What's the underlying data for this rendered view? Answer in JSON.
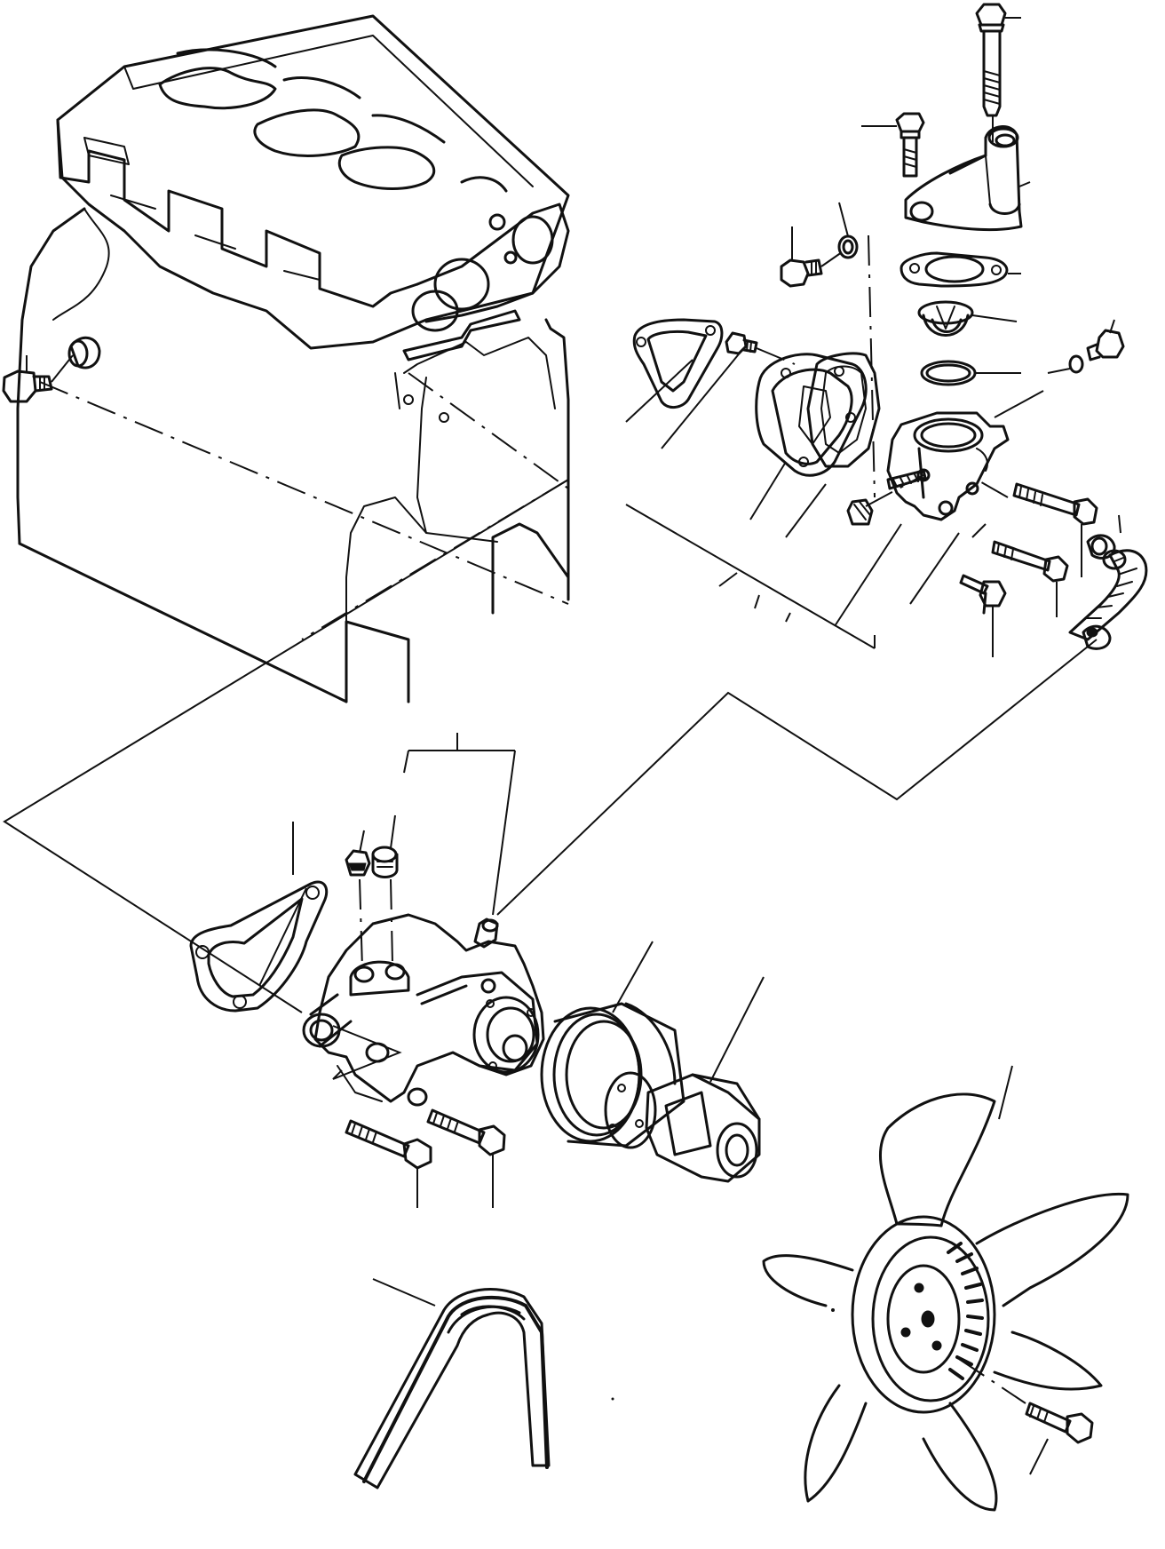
{
  "colors": {
    "ink": "#111111",
    "paper": "#ffffff"
  },
  "parts": [
    {
      "id": "engine-block",
      "icon": "engine-block-icon"
    },
    {
      "id": "drain-plug",
      "icon": "drain-plug-icon"
    },
    {
      "id": "thermostat-bolt-long",
      "icon": "bolt-icon"
    },
    {
      "id": "thermostat-bolt-short",
      "icon": "bolt-icon"
    },
    {
      "id": "water-outlet",
      "icon": "water-outlet-icon"
    },
    {
      "id": "outlet-gasket",
      "icon": "gasket-icon"
    },
    {
      "id": "thermostat",
      "icon": "thermostat-icon"
    },
    {
      "id": "thermostat-ring",
      "icon": "o-ring-icon"
    },
    {
      "id": "thermostat-housing",
      "icon": "thermostat-housing-icon"
    },
    {
      "id": "pipe-plug-left",
      "icon": "plug-icon"
    },
    {
      "id": "pipe-plug-right",
      "icon": "plug-icon"
    },
    {
      "id": "cover-plate",
      "icon": "cover-plate-icon"
    },
    {
      "id": "cover-gasket",
      "icon": "gasket-icon"
    },
    {
      "id": "water-pump",
      "icon": "water-pump-icon"
    },
    {
      "id": "pump-gasket",
      "icon": "gasket-icon"
    },
    {
      "id": "pump-bolts",
      "icon": "bolt-icon"
    },
    {
      "id": "pulley",
      "icon": "pulley-icon"
    },
    {
      "id": "spacer",
      "icon": "spacer-icon"
    },
    {
      "id": "fan",
      "icon": "fan-icon"
    },
    {
      "id": "fan-bolt",
      "icon": "bolt-icon"
    },
    {
      "id": "v-belt",
      "icon": "v-belt-icon"
    },
    {
      "id": "bypass-hose",
      "icon": "hose-icon"
    },
    {
      "id": "hose-clamp",
      "icon": "clamp-icon"
    }
  ]
}
